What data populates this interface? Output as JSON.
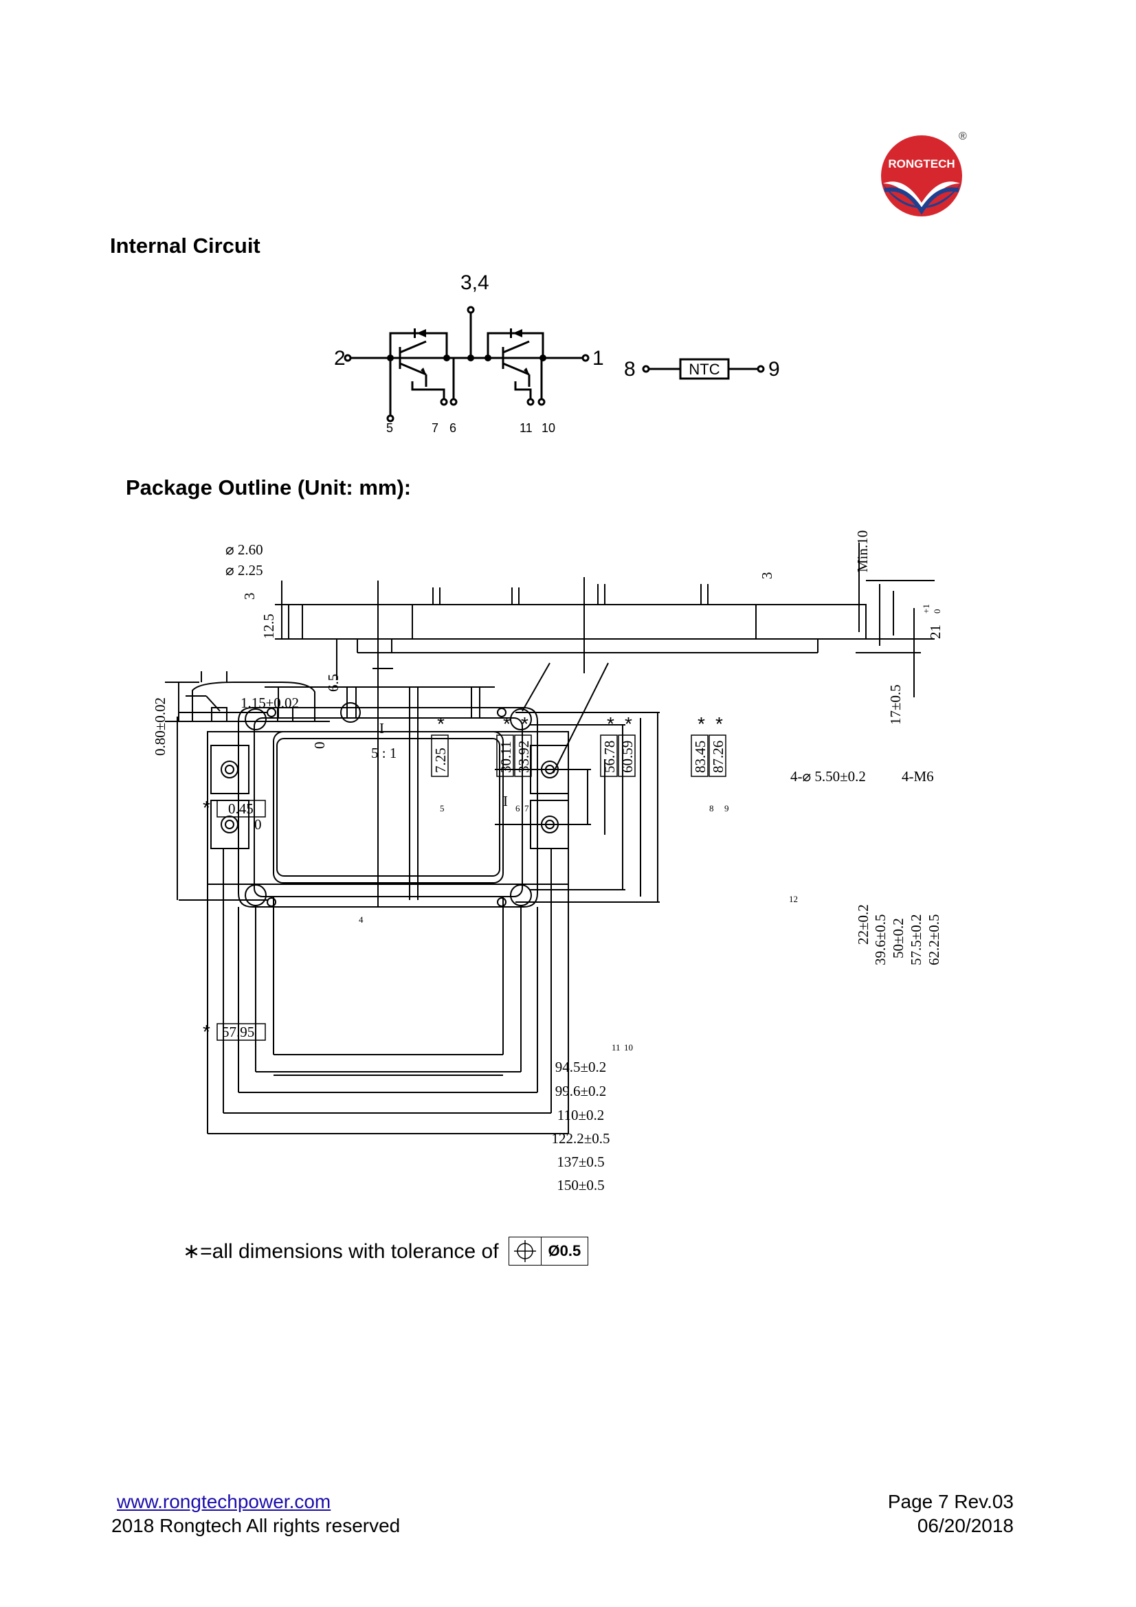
{
  "logo": {
    "text": "RONGTECH",
    "registered": "®"
  },
  "sections": {
    "internal_circuit": "Internal Circuit",
    "package_outline": "Package Outline (Unit: mm):"
  },
  "circuit": {
    "pin_34": "3,4",
    "pin_2": "2",
    "pin_1": "1",
    "pin_5": "5",
    "pin_7": "7",
    "pin_6": "6",
    "pin_11": "11",
    "pin_10": "10",
    "pin_8": "8",
    "pin_9": "9",
    "ntc_label": "NTC"
  },
  "dims": {
    "d260": "⌀ 2.60",
    "d225": "⌀ 2.25",
    "min10": "Min.10",
    "three_a": "3",
    "three_b": "3",
    "h125": "12.5",
    "h21": "21",
    "h21_tol_top": "+1",
    "h21_tol_bot": "0",
    "h65": "6.5",
    "h17": "17±0.5",
    "d080": "0.80±0.02",
    "d115": "1.15±0.02",
    "detail_I": "I",
    "scale": "5 : 1",
    "x725": "7.25",
    "x3011": "30.11",
    "x3392": "33.92",
    "x5678": "56.78",
    "x6059": "60.59",
    "x8345": "83.45",
    "x8726": "87.26",
    "zero_x": "0",
    "zero_y": "0",
    "holes": "4-⌀ 5.50±0.2",
    "m6": "4-M6",
    "y045": "0.45",
    "y5795": "57.95",
    "w945": "94.5±0.2",
    "w996": "99.6±0.2",
    "w110": "110±0.2",
    "w1222": "122.2±0.5",
    "w137": "137±0.5",
    "w150": "150±0.5",
    "v22": "22±0.2",
    "v396": "39.6±0.5",
    "v50": "50±0.2",
    "v575": "57.5±0.2",
    "v622": "62.2±0.5",
    "p5": "5",
    "p6": "6",
    "p7": "7",
    "p8": "8",
    "p9": "9",
    "p11": "11",
    "p10": "10",
    "p12": "12",
    "p4": "4",
    "detail_I_top": "I",
    "asterisk": "*"
  },
  "tolerance_note": {
    "prefix": "∗=all dimensions with tolerance of",
    "value": "Ø0.5"
  },
  "footer": {
    "url": "www.rongtechpower.com",
    "copyright": "2018 Rongtech All rights reserved",
    "page": "Page 7  Rev.03",
    "date": "06/20/2018"
  }
}
